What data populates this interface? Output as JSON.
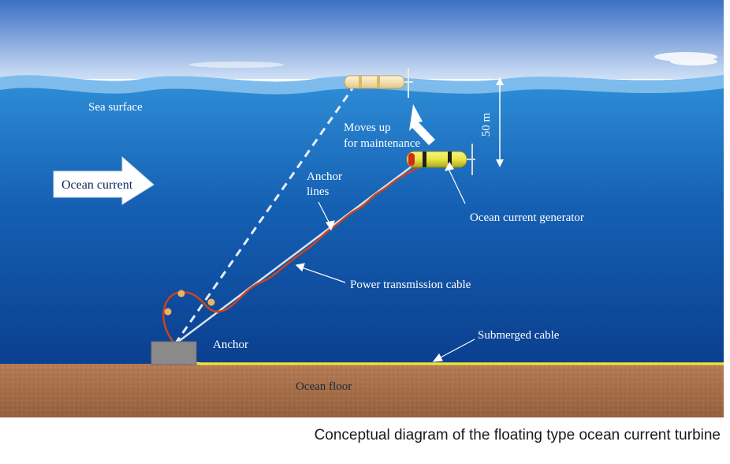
{
  "labels": {
    "sea_surface": "Sea surface",
    "depth": "50 m",
    "moves_up_1": "Moves up",
    "moves_up_2": "for maintenance",
    "ocean_current": "Ocean current",
    "anchor_lines_1": "Anchor",
    "anchor_lines_2": "lines",
    "generator": "Ocean current generator",
    "power_cable": "Power transmission cable",
    "anchor": "Anchor",
    "submerged_cable": "Submerged cable",
    "ocean_floor": "Ocean floor"
  },
  "caption": "Conceptual diagram of the floating type ocean current turbine",
  "colors": {
    "sky_top": "#3b6fc4",
    "sky_bottom": "#cfe0f6",
    "water_top": "#2f8fd8",
    "water_bottom": "#0b3f8f",
    "floor": "#a9714a",
    "cable_red": "#c8441f",
    "cable_yellow": "#e8e23a",
    "turbine_yellow": "#e9e640",
    "anchor_block": "#8a8a8a"
  }
}
